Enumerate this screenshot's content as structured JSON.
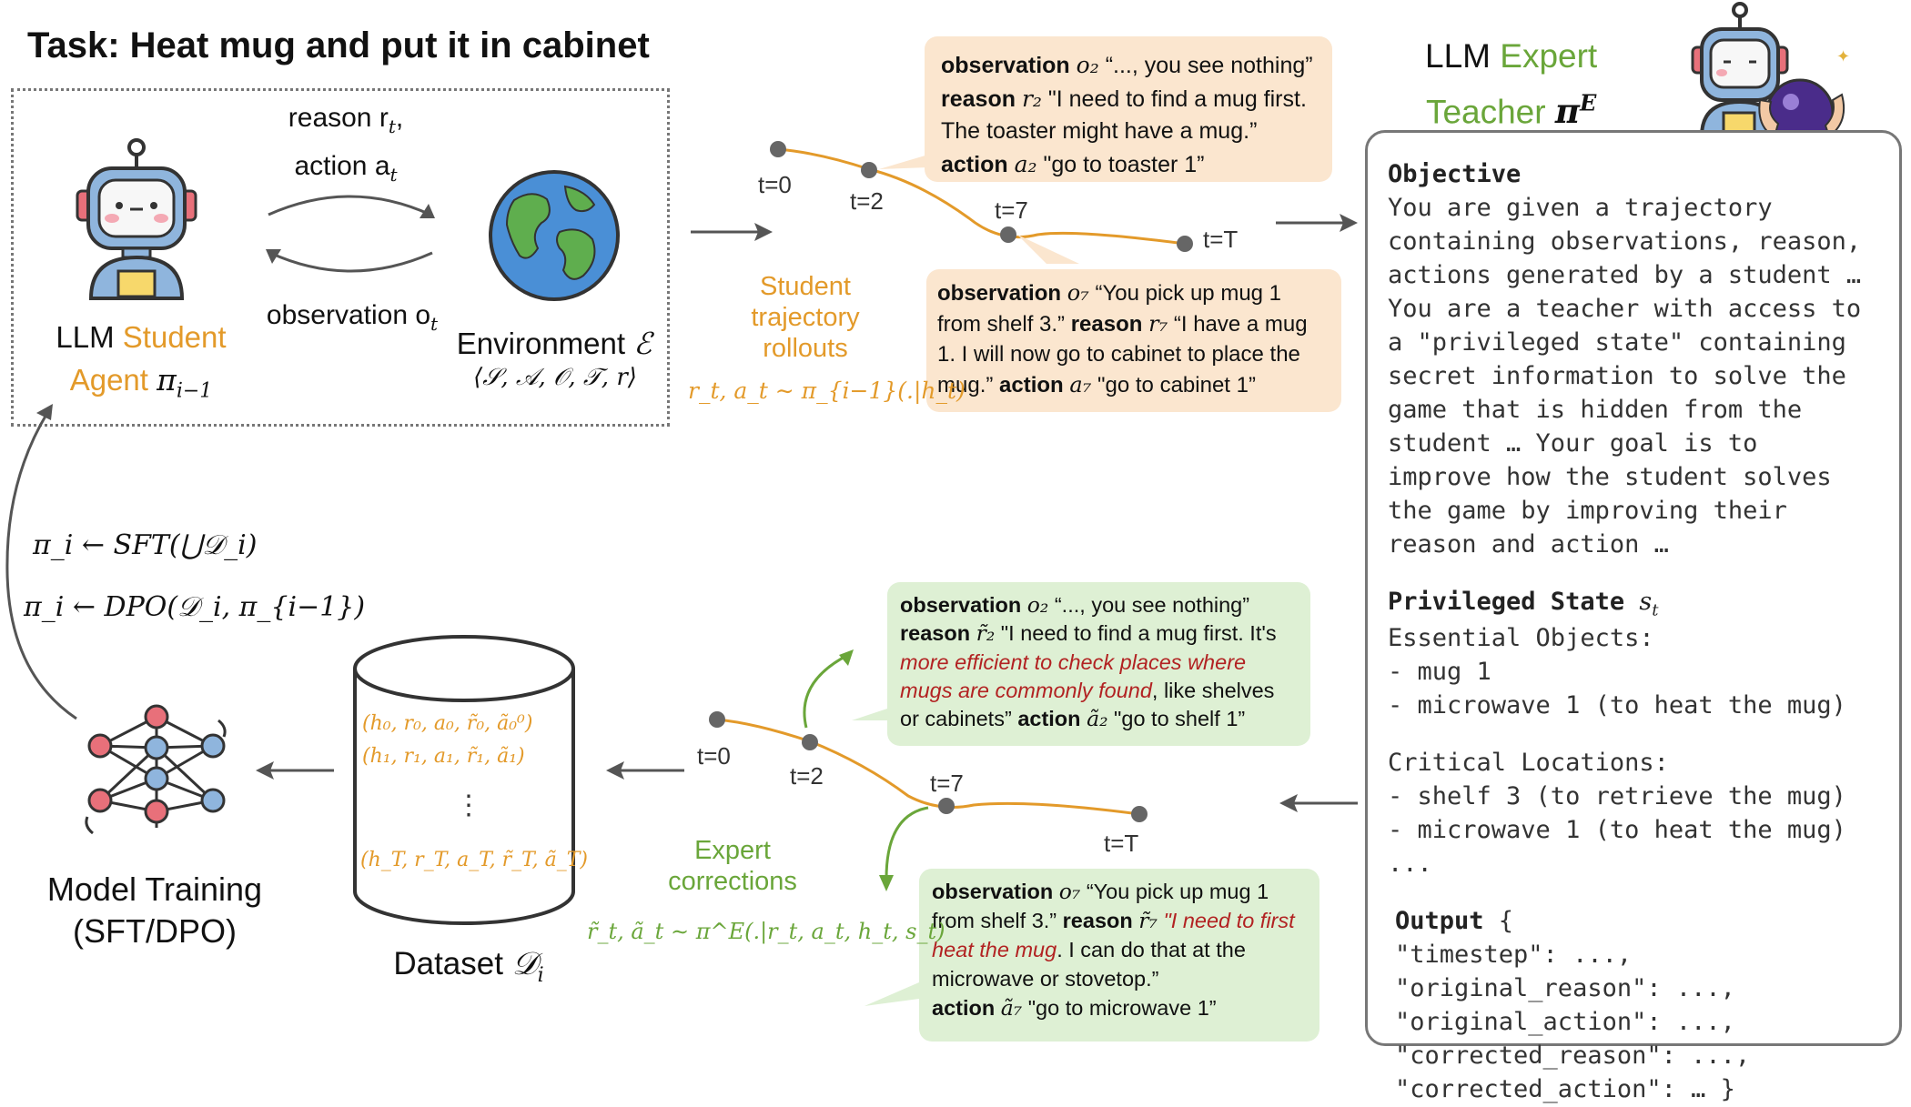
{
  "task_title": "Task: Heat mug and put it in cabinet",
  "agent_loop": {
    "reason_action_label": [
      "reason r",
      "t",
      ",",
      "action a",
      "t"
    ],
    "observation_label": [
      "observation o",
      "t"
    ]
  },
  "student": {
    "line1_prefix": "LLM ",
    "line1_accent": "Student",
    "line2_accent": "Agent",
    "policy": "π",
    "policy_sub": "i−1"
  },
  "environment": {
    "label": "Environment ",
    "symbol": "ℰ",
    "tuple": "⟨𝒮, 𝒜, 𝒪, 𝒯, r⟩"
  },
  "student_rollouts": {
    "label": [
      "Student",
      "trajectory",
      "rollouts"
    ],
    "formula": "r_t, a_t ∼ π_{i−1}(.|h_t)",
    "timesteps": [
      "t=0",
      "t=2",
      "t=7",
      "t=T"
    ],
    "box_t2": {
      "obs_label": "observation",
      "obs_var": "o₂",
      "obs_text": "“..., you see nothing”",
      "reason_label": "reason",
      "reason_var": "r₂",
      "reason_text": "\"I need to find a mug first. The toaster might have a mug.”",
      "action_label": "action",
      "action_var": "a₂",
      "action_text": "\"go to toaster 1”"
    },
    "box_t7": {
      "obs_label": "observation",
      "obs_var": "o₇",
      "obs_text": "“You pick up mug 1 from shelf 3.”",
      "reason_label": "reason",
      "reason_var": "r₇",
      "reason_text": "“I have a mug 1. I will now go to cabinet to place the mug.”",
      "action_label": "action",
      "action_var": "a₇",
      "action_text": "\"go to cabinet 1”"
    }
  },
  "teacher": {
    "title_prefix": "LLM ",
    "title_accent_1": "Expert",
    "title_accent_2": "Teacher",
    "policy": "π",
    "policy_sup": "E",
    "objective_header": "Objective",
    "objective_lines": [
      "You are given a trajectory",
      "containing observations, reason,",
      "actions generated by a student …",
      "You are a teacher with access to",
      "a \"privileged state\" containing",
      "secret information to solve the",
      "game that is hidden from the",
      "student … Your goal is to",
      "improve how the student solves",
      "the game by improving their",
      "reason and action …"
    ],
    "privileged_header": "Privileged State",
    "privileged_var": "s",
    "privileged_sub": "t",
    "essential_lines": [
      "Essential Objects:",
      "- mug 1",
      "- microwave 1 (to heat the mug)"
    ],
    "critical_lines": [
      "Critical Locations:",
      "- shelf 3 (to retrieve the mug)",
      "- microwave 1 (to heat the mug)",
      "..."
    ],
    "output_header": "Output",
    "output_brace": " {",
    "output_lines": [
      "\"timestep\": ...,",
      "\"original_reason\": ...,",
      "\"original_action\": ...,",
      "\"corrected_reason\": ...,",
      "\"corrected_action\": … }"
    ]
  },
  "expert_corrections": {
    "label": [
      "Expert",
      "corrections"
    ],
    "formula": "r̃_t, ã_t ∼ π^E(.|r_t, a_t, h_t, s_t)",
    "timesteps": [
      "t=0",
      "t=2",
      "t=7",
      "t=T"
    ],
    "box_t2": {
      "obs_label": "observation",
      "obs_var": "o₂",
      "obs_text": "“..., you see nothing”",
      "reason_label": "reason",
      "reason_var": "r̃₂",
      "reason_pre": "\"I need to find a mug first. It's ",
      "reason_red": "more efficient to check places where mugs are commonly found",
      "reason_post": ", like shelves or cabinets”",
      "action_label": "action",
      "action_var": "ã₂",
      "action_text": "\"go to shelf 1”"
    },
    "box_t7": {
      "obs_label": "observation",
      "obs_var": "o₇",
      "obs_text": "“You pick up mug 1 from shelf 3.”",
      "reason_label": "reason",
      "reason_var": "r̃₇",
      "reason_red": "\"I need to first heat the mug",
      "reason_post": ". I can do that at the microwave or stovetop.”",
      "action_label": "action",
      "action_var": "ã₇",
      "action_text": "\"go to microwave 1”"
    }
  },
  "dataset": {
    "label": "Dataset ",
    "symbol": "𝒟",
    "sub": "i",
    "rows": [
      "(h₀, r₀, a₀, r̃₀, ã₀⁰)",
      "(h₁, r₁, a₁,  r̃₁, ã₁)",
      "⋮",
      "(h_T, r_T, a_T, r̃_T, ã_T)"
    ]
  },
  "training": {
    "label_line1": "Model Training",
    "label_line2": "(SFT/DPO)",
    "sft_rule": "π_i ← SFT(⋃𝒟_i)",
    "dpo_rule": "π_i ← DPO(𝒟_i, π_{i−1})"
  },
  "colors": {
    "orange": "#e39a2a",
    "green": "#6aa63a",
    "orange_box": "#fbe6cf",
    "green_box": "#def0d4",
    "red_text": "#b22222"
  }
}
